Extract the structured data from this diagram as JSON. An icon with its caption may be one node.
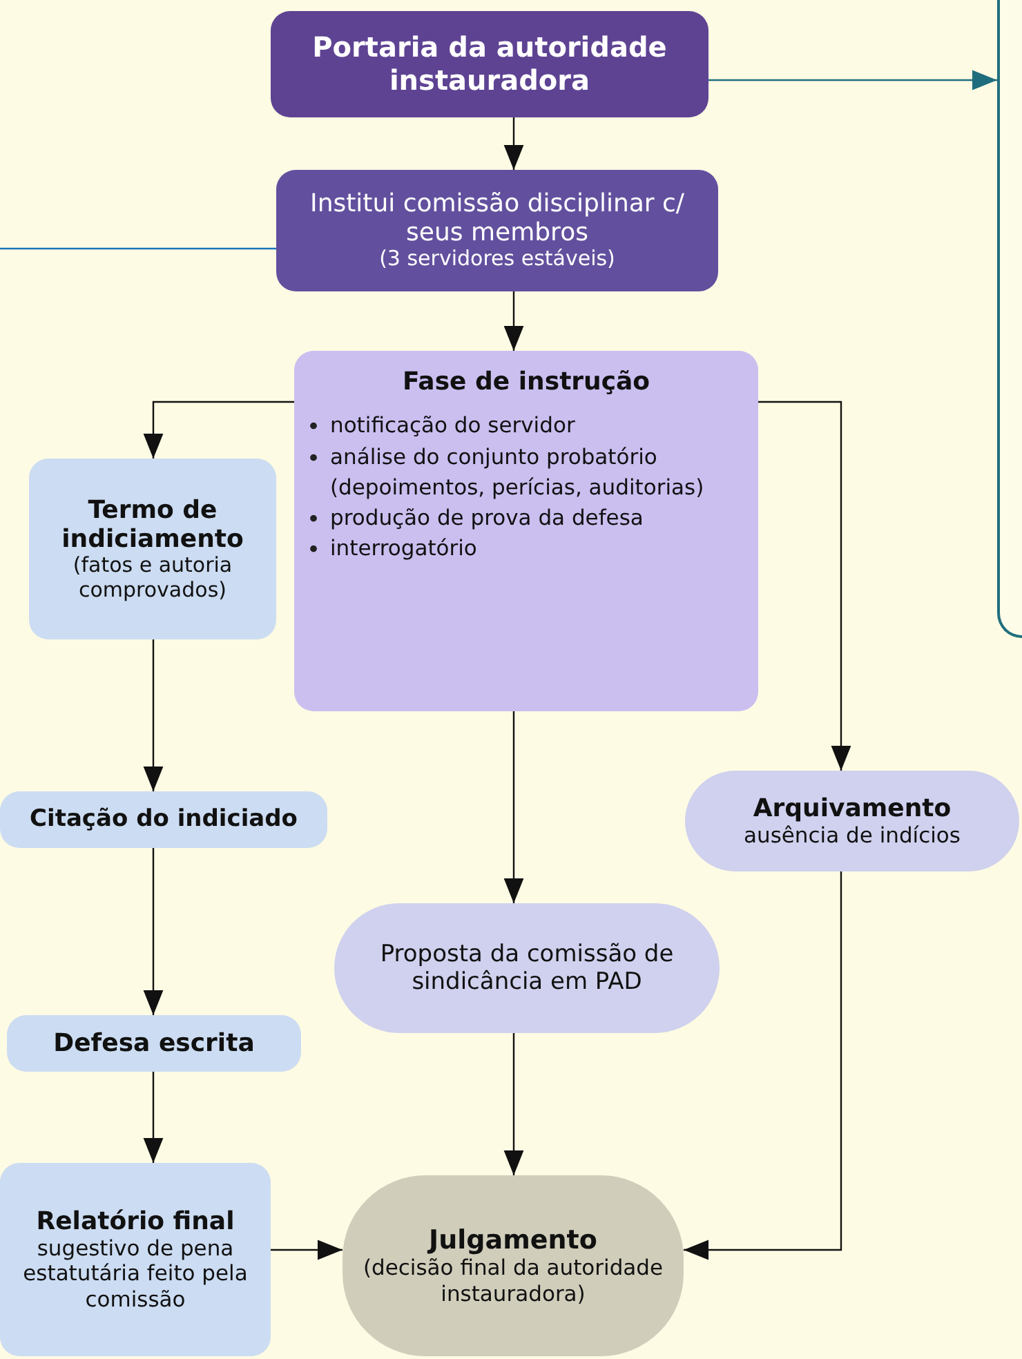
{
  "diagram": {
    "nodes": [
      {
        "text": [
          "Portaria da autoridade instauradora"
        ]
      },
      {
        "text": [
          "Institui comissão disciplinar c/ seus membros",
          "(3 servidores estáveis)"
        ]
      },
      {
        "text": [
          "Fase de instrução",
          "notificação do servidor",
          "análise do conjunto probatório",
          "(depoimentos, perícias, auditorias)",
          "produção de prova da defesa",
          "interrogatório"
        ]
      },
      {
        "text": [
          "Termo de indiciamento",
          "(fatos e autoria comprovados)"
        ]
      },
      {
        "text": [
          "Citação do indiciado"
        ]
      },
      {
        "text": [
          "Arquivamento",
          "ausência de indícios"
        ]
      },
      {
        "text": [
          "Proposta da comissão de sindicância em PAD"
        ]
      },
      {
        "text": [
          "Defesa escrita"
        ]
      },
      {
        "text": [
          "Relatório final",
          "sugestivo de pena estatutária feito pela comissão"
        ]
      },
      {
        "text": [
          "Julgamento",
          "(decisão final da autoridade instauradora)"
        ]
      },
      {
        "text": [],
        "shape": "box"
      }
    ],
    "edges": [
      {
        "from": 0,
        "to": 1,
        "arrow": "to"
      },
      {
        "from": 1,
        "to": 2,
        "arrow": "to"
      },
      {
        "from": 2,
        "to": 3,
        "arrow": "to"
      },
      {
        "from": 2,
        "to": 5,
        "arrow": "to"
      },
      {
        "from": 2,
        "to": 6,
        "arrow": "to"
      },
      {
        "from": 3,
        "to": 4,
        "arrow": "to"
      },
      {
        "from": 4,
        "to": 7,
        "arrow": "to"
      },
      {
        "from": 7,
        "to": 8,
        "arrow": "to"
      },
      {
        "from": 8,
        "to": 9,
        "arrow": "to"
      },
      {
        "from": 6,
        "to": 9,
        "arrow": "to"
      },
      {
        "from": 5,
        "to": 9,
        "arrow": "to"
      },
      {
        "from": 0,
        "to": 10,
        "arrow": "to",
        "color": "#1f6e7d"
      },
      {
        "from": 1,
        "to": null,
        "arrow": "none",
        "color": "#1b75bb"
      }
    ]
  }
}
